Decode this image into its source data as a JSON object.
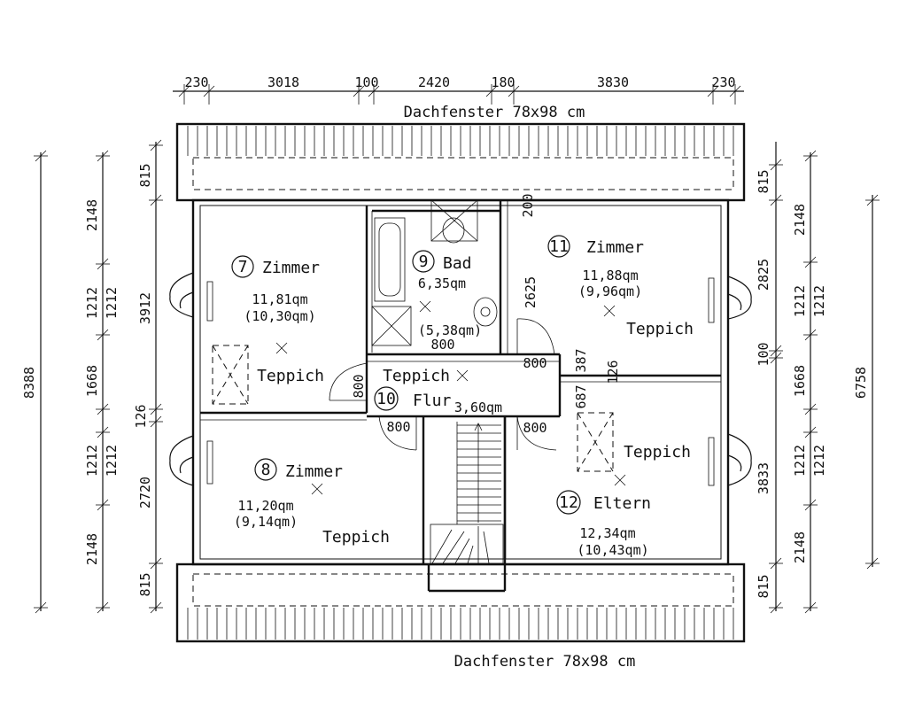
{
  "top_dims": [
    "230",
    "3018",
    "100",
    "2420",
    "180",
    "3830",
    "230"
  ],
  "roof_window_label": "Dachfenster 78x98 cm",
  "left_outer_dim": "8388",
  "left_mid_dims": [
    "2148",
    "1212",
    "1668",
    "126",
    "1212",
    "2148"
  ],
  "left_inner_dims": [
    "815",
    "1212",
    "3912",
    "2720",
    "815"
  ],
  "right_inner_dims": [
    "815",
    "2825",
    "100",
    "3833",
    "815"
  ],
  "right_mid_dims": [
    "2148",
    "1212",
    "1668",
    "1212",
    "2148"
  ],
  "right_outer_dim": "6758",
  "rooms": {
    "r7": {
      "num": "7",
      "name": "Zimmer",
      "area": "11,81qm",
      "net": "(10,30qm)",
      "floor": "Teppich"
    },
    "r8": {
      "num": "8",
      "name": "Zimmer",
      "area": "11,20qm",
      "net": "(9,14qm)",
      "floor": "Teppich"
    },
    "r9": {
      "num": "9",
      "name": "Bad",
      "area": "6,35qm",
      "net": "(5,38qm)"
    },
    "r10": {
      "num": "10",
      "name": "Flur",
      "area": "3,60qm",
      "floor": "Teppich"
    },
    "r11": {
      "num": "11",
      "name": "Zimmer",
      "area": "11,88qm",
      "net": "(9,96qm)",
      "floor": "Teppich"
    },
    "r12": {
      "num": "12",
      "name": "Eltern",
      "area": "12,34qm",
      "net": "(10,43qm)",
      "floor": "Teppich"
    }
  },
  "door_labels": [
    "800",
    "800",
    "800",
    "800",
    "800"
  ],
  "misc_dims": [
    "2625",
    "200",
    "387",
    "126",
    "687"
  ]
}
